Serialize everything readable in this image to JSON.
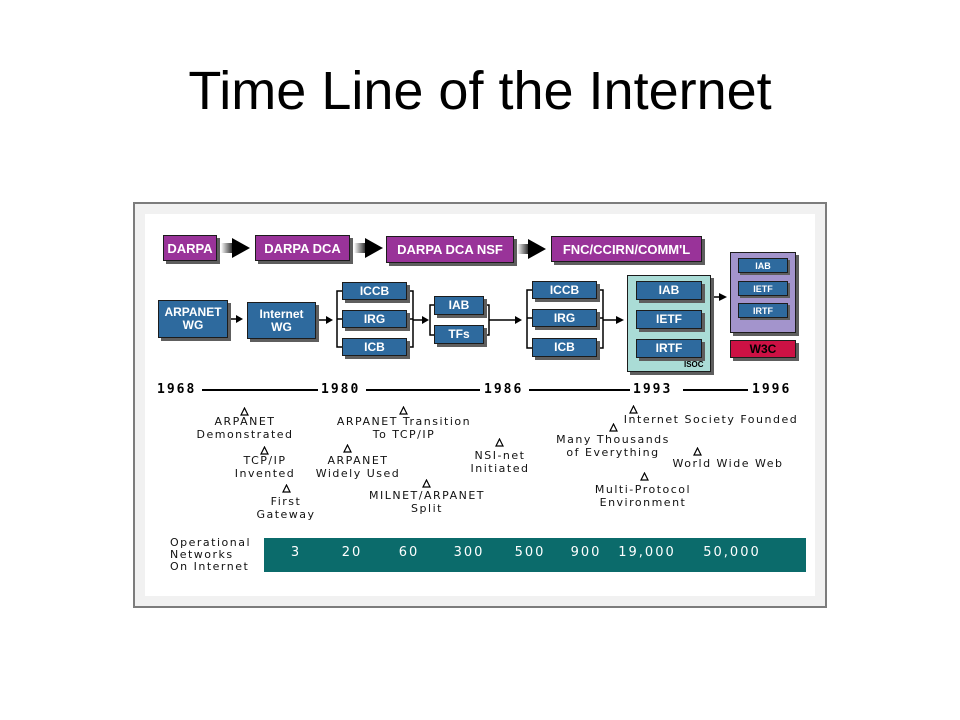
{
  "title": "Time Line of the Internet",
  "colors": {
    "agency": "#993399",
    "group": "#2e6a9e",
    "isoc": "#aadcd6",
    "consortium": "#a394cc",
    "w3c": "#cc1144",
    "networks_bar": "#0b6b6b"
  },
  "agencies": [
    "DARPA",
    "DARPA DCA",
    "DARPA DCA NSF",
    "FNC/CCIRN/COMM'L"
  ],
  "groups": {
    "arpanet_wg": [
      "ARPANET",
      "WG"
    ],
    "internet_wg": [
      "Internet",
      "WG"
    ],
    "stage_3": [
      "ICCB",
      "IRG",
      "ICB"
    ],
    "stage_4": [
      "IAB",
      "TFs"
    ],
    "stage_5": [
      "ICCB",
      "IRG",
      "ICB"
    ],
    "isoc": {
      "label": "ISOC",
      "members": [
        "IAB",
        "IETF",
        "IRTF"
      ]
    },
    "stage_7": {
      "members": [
        "IAB",
        "IETF",
        "IRTF"
      ],
      "w3c": "W3C"
    }
  },
  "timeline": {
    "years": [
      "1968",
      "1980",
      "1986",
      "1993",
      "1996"
    ]
  },
  "event_marker_icon": "triangle-icon",
  "events": [
    {
      "lines": [
        "ARPANET",
        "Demonstrated"
      ]
    },
    {
      "lines": [
        "TCP/IP",
        "Invented"
      ]
    },
    {
      "lines": [
        "First",
        "Gateway"
      ]
    },
    {
      "lines": [
        "ARPANET Transition",
        "To TCP/IP"
      ]
    },
    {
      "lines": [
        "ARPANET",
        "Widely Used"
      ]
    },
    {
      "lines": [
        "MILNET/ARPANET",
        "Split"
      ]
    },
    {
      "lines": [
        "NSI-net",
        "Initiated"
      ]
    },
    {
      "lines": [
        "Internet Society Founded"
      ]
    },
    {
      "lines": [
        "Many Thousands",
        "of Everything"
      ]
    },
    {
      "lines": [
        "World Wide Web"
      ]
    },
    {
      "lines": [
        "Multi-Protocol",
        "Environment"
      ]
    }
  ],
  "networks": {
    "label_lines": [
      "Operational",
      "Networks",
      "On Internet"
    ],
    "counts": [
      "3",
      "20",
      "60",
      "300",
      "500",
      "900",
      "19,000",
      "50,000"
    ]
  }
}
